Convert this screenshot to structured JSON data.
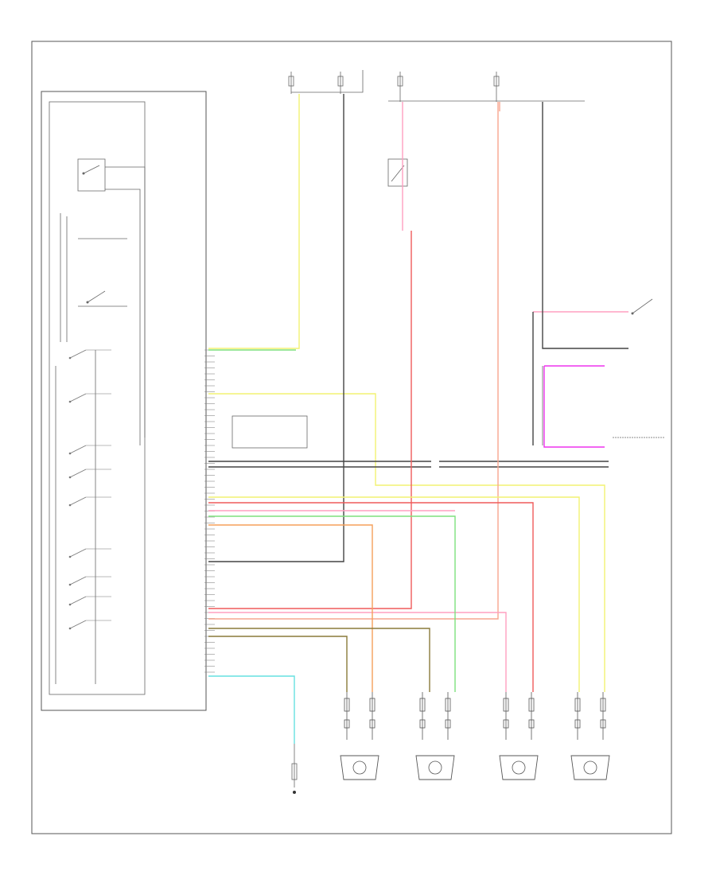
{
  "diagram_id": "",
  "module": {
    "name_line1": "",
    "name_line2": "",
    "inner_label": "",
    "pin_labels": [
      "",
      "",
      "",
      "",
      "",
      "",
      "",
      "",
      "",
      "",
      "",
      "",
      ""
    ]
  },
  "fuses": [
    {
      "line1": "",
      "line2": "",
      "rating": ""
    },
    {
      "line1": "",
      "line2": "",
      "rating": ""
    },
    {
      "line1": "",
      "line2": "",
      "rating": ""
    },
    {
      "line1": "",
      "line2": "",
      "rating": ""
    }
  ],
  "components": [
    {
      "id": "brake-switch",
      "lines": [
        "",
        "",
        ""
      ]
    },
    {
      "id": "traction-switch",
      "lines": [
        "",
        ""
      ]
    },
    {
      "id": "data-link",
      "lines": [
        "",
        "",
        ""
      ]
    },
    {
      "id": "junction",
      "lines": [
        "",
        ""
      ]
    },
    {
      "id": "ground",
      "lines": [
        "",
        ""
      ]
    },
    {
      "id": "sensor-lf",
      "lines": [
        "",
        ""
      ]
    },
    {
      "id": "sensor-lr",
      "lines": [
        "",
        ""
      ]
    },
    {
      "id": "sensor-rr",
      "lines": [
        "",
        ""
      ]
    },
    {
      "id": "sensor-rf",
      "lines": [
        "",
        ""
      ]
    }
  ],
  "wire_colors": {
    "yellow": "#f2f272",
    "green": "#7ee07e",
    "pink": "#ff9fc0",
    "red": "#ef5a5a",
    "orange": "#f5a05a",
    "magenta": "#ee33ee",
    "cyan": "#66e0e0",
    "brown": "#8a7a3a",
    "gray": "#444444",
    "salmon": "#f7a68f"
  }
}
